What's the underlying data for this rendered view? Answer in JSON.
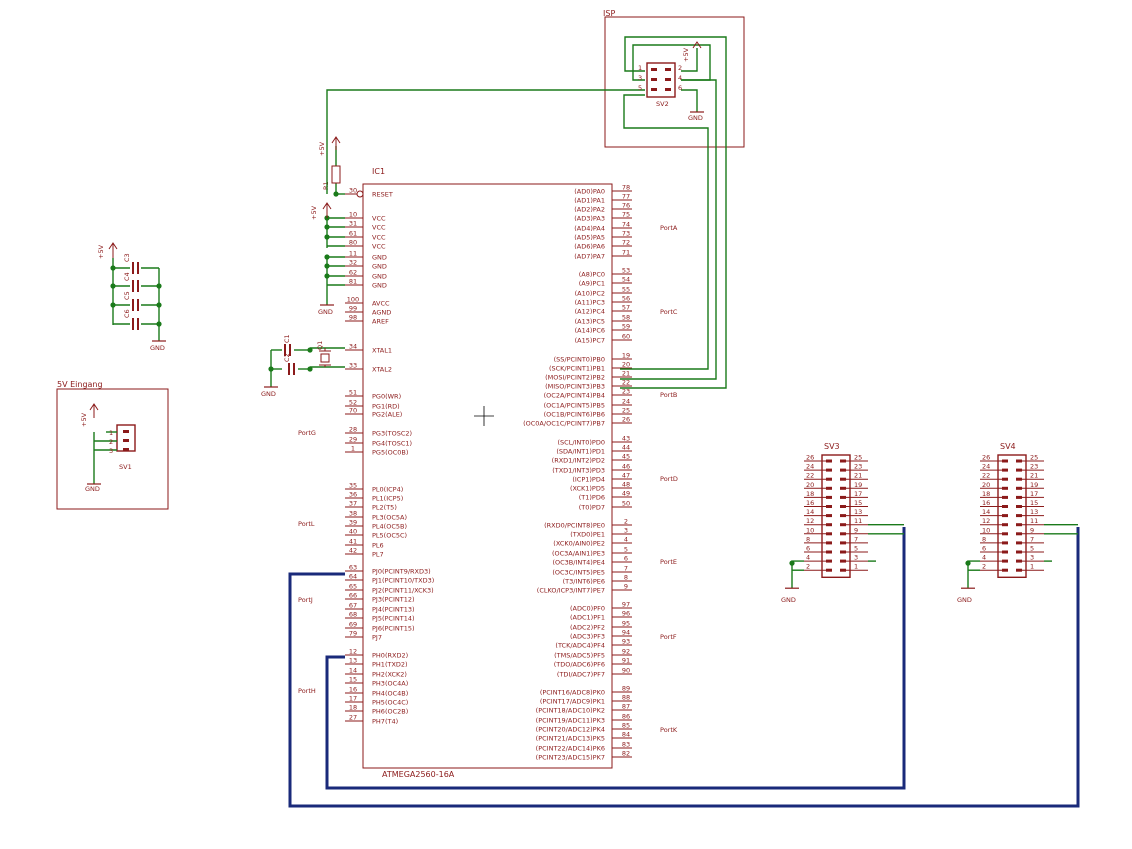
{
  "colors": {
    "part": "#8b1a1a",
    "wire": "#1a7a1a",
    "bus": "#1a2a7a",
    "junction": "#1a7a1a"
  },
  "ic": {
    "name": "IC1",
    "value": "ATMEGA2560-16A",
    "left_pins": [
      {
        "num": "30",
        "name": "RESET"
      },
      {
        "num": "10",
        "name": "VCC"
      },
      {
        "num": "31",
        "name": "VCC"
      },
      {
        "num": "61",
        "name": "VCC"
      },
      {
        "num": "80",
        "name": "VCC"
      },
      {
        "num": "11",
        "name": "GND"
      },
      {
        "num": "32",
        "name": "GND"
      },
      {
        "num": "62",
        "name": "GND"
      },
      {
        "num": "81",
        "name": "GND"
      },
      {
        "num": "100",
        "name": "AVCC"
      },
      {
        "num": "99",
        "name": "AGND"
      },
      {
        "num": "98",
        "name": "AREF"
      },
      {
        "num": "34",
        "name": "XTAL1"
      },
      {
        "num": "33",
        "name": "XTAL2"
      },
      {
        "num": "51",
        "name": "PG0(WR)"
      },
      {
        "num": "52",
        "name": "PG1(RD)"
      },
      {
        "num": "70",
        "name": "PG2(ALE)"
      },
      {
        "num": "28",
        "name": "PG3(TOSC2)"
      },
      {
        "num": "29",
        "name": "PG4(TOSC1)"
      },
      {
        "num": "1",
        "name": "PG5(OC0B)"
      },
      {
        "num": "35",
        "name": "PL0(ICP4)"
      },
      {
        "num": "36",
        "name": "PL1(ICP5)"
      },
      {
        "num": "37",
        "name": "PL2(T5)"
      },
      {
        "num": "38",
        "name": "PL3(OC5A)"
      },
      {
        "num": "39",
        "name": "PL4(OC5B)"
      },
      {
        "num": "40",
        "name": "PL5(OC5C)"
      },
      {
        "num": "41",
        "name": "PL6"
      },
      {
        "num": "42",
        "name": "PL7"
      },
      {
        "num": "63",
        "name": "PJ0(PCINT9/RXD3)"
      },
      {
        "num": "64",
        "name": "PJ1(PCINT10/TXD3)"
      },
      {
        "num": "65",
        "name": "PJ2(PCINT11/XCK3)"
      },
      {
        "num": "66",
        "name": "PJ3(PCINT12)"
      },
      {
        "num": "67",
        "name": "PJ4(PCINT13)"
      },
      {
        "num": "68",
        "name": "PJ5(PCINT14)"
      },
      {
        "num": "69",
        "name": "PJ6(PCINT15)"
      },
      {
        "num": "79",
        "name": "PJ7"
      },
      {
        "num": "12",
        "name": "PH0(RXD2)"
      },
      {
        "num": "13",
        "name": "PH1(TXD2)"
      },
      {
        "num": "14",
        "name": "PH2(XCK2)"
      },
      {
        "num": "15",
        "name": "PH3(OC4A)"
      },
      {
        "num": "16",
        "name": "PH4(OC4B)"
      },
      {
        "num": "17",
        "name": "PH5(OC4C)"
      },
      {
        "num": "18",
        "name": "PH6(OC2B)"
      },
      {
        "num": "27",
        "name": "PH7(T4)"
      }
    ],
    "right_pins": [
      {
        "num": "78",
        "name": "(AD0)PA0"
      },
      {
        "num": "77",
        "name": "(AD1)PA1"
      },
      {
        "num": "76",
        "name": "(AD2)PA2"
      },
      {
        "num": "75",
        "name": "(AD3)PA3"
      },
      {
        "num": "74",
        "name": "(AD4)PA4"
      },
      {
        "num": "73",
        "name": "(AD5)PA5"
      },
      {
        "num": "72",
        "name": "(AD6)PA6"
      },
      {
        "num": "71",
        "name": "(AD7)PA7"
      },
      {
        "num": "53",
        "name": "(A8)PC0"
      },
      {
        "num": "54",
        "name": "(A9)PC1"
      },
      {
        "num": "55",
        "name": "(A10)PC2"
      },
      {
        "num": "56",
        "name": "(A11)PC3"
      },
      {
        "num": "57",
        "name": "(A12)PC4"
      },
      {
        "num": "58",
        "name": "(A13)PC5"
      },
      {
        "num": "59",
        "name": "(A14)PC6"
      },
      {
        "num": "60",
        "name": "(A15)PC7"
      },
      {
        "num": "19",
        "name": "(SS/PCINT0)PB0"
      },
      {
        "num": "20",
        "name": "(SCK/PCINT1)PB1"
      },
      {
        "num": "21",
        "name": "(MOSI/PCINT2)PB2"
      },
      {
        "num": "22",
        "name": "(MISO/PCINT3)PB3"
      },
      {
        "num": "23",
        "name": "(OC2A/PCINT4)PB4"
      },
      {
        "num": "24",
        "name": "(OC1A/PCINT5)PB5"
      },
      {
        "num": "25",
        "name": "(OC1B/PCINT6)PB6"
      },
      {
        "num": "26",
        "name": "(OC0A/OC1C/PCINT7)PB7"
      },
      {
        "num": "43",
        "name": "(SCL/INT0)PD0"
      },
      {
        "num": "44",
        "name": "(SDA/INT1)PD1"
      },
      {
        "num": "45",
        "name": "(RXD1/INT2)PD2"
      },
      {
        "num": "46",
        "name": "(TXD1/INT3)PD3"
      },
      {
        "num": "47",
        "name": "(ICP1)PD4"
      },
      {
        "num": "48",
        "name": "(XCK1)PD5"
      },
      {
        "num": "49",
        "name": "(T1)PD6"
      },
      {
        "num": "50",
        "name": "(T0)PD7"
      },
      {
        "num": "2",
        "name": "(RXD0/PCINT8)PE0"
      },
      {
        "num": "3",
        "name": "(TXD0)PE1"
      },
      {
        "num": "4",
        "name": "(XCK0/AIN0)PE2"
      },
      {
        "num": "5",
        "name": "(OC3A/AIN1)PE3"
      },
      {
        "num": "6",
        "name": "(OC3B/INT4)PE4"
      },
      {
        "num": "7",
        "name": "(OC3C/INT5)PE5"
      },
      {
        "num": "8",
        "name": "(T3/INT6)PE6"
      },
      {
        "num": "9",
        "name": "(CLKO/ICP3/INT7)PE7"
      },
      {
        "num": "97",
        "name": "(ADC0)PF0"
      },
      {
        "num": "96",
        "name": "(ADC1)PF1"
      },
      {
        "num": "95",
        "name": "(ADC2)PF2"
      },
      {
        "num": "94",
        "name": "(ADC3)PF3"
      },
      {
        "num": "93",
        "name": "(TCK/ADC4)PF4"
      },
      {
        "num": "92",
        "name": "(TMS/ADC5)PF5"
      },
      {
        "num": "91",
        "name": "(TDO/ADC6)PF6"
      },
      {
        "num": "90",
        "name": "(TDI/ADC7)PF7"
      },
      {
        "num": "89",
        "name": "(PCINT16/ADC8)PK0"
      },
      {
        "num": "88",
        "name": "(PCINT17/ADC9)PK1"
      },
      {
        "num": "87",
        "name": "(PCINT18/ADC10)PK2"
      },
      {
        "num": "86",
        "name": "(PCINT19/ADC11)PK3"
      },
      {
        "num": "85",
        "name": "(PCINT20/ADC12)PK4"
      },
      {
        "num": "84",
        "name": "(PCINT21/ADC13)PK5"
      },
      {
        "num": "83",
        "name": "(PCINT22/ADC14)PK6"
      },
      {
        "num": "82",
        "name": "(PCINT23/ADC15)PK7"
      }
    ],
    "port_labels_left": [
      "PortG",
      "PortL",
      "PortJ",
      "PortH"
    ],
    "port_labels_right": [
      "PortA",
      "PortC",
      "PortB",
      "PortD",
      "PortE",
      "PortF",
      "PortK"
    ]
  },
  "isp": {
    "frame_title": "ISP",
    "part": "SV2",
    "pin_numbers_left": [
      "1",
      "3",
      "5"
    ],
    "pin_numbers_right": [
      "2",
      "4",
      "6"
    ],
    "vcc_label": "+5V",
    "gnd_label": "GND"
  },
  "psu": {
    "frame_title": "5V Eingang",
    "part": "SV1",
    "pins": [
      "1",
      "2",
      "3"
    ],
    "vcc_label": "+5V",
    "gnd_label": "GND"
  },
  "caps": {
    "names": [
      "C3",
      "C4",
      "C5",
      "C6"
    ],
    "vcc_label": "+5V",
    "gnd_label": "GND"
  },
  "reset": {
    "resistor": "R1",
    "vcc_label": "+5V"
  },
  "supply": {
    "vcc_label": "+5V",
    "gnd_label": "GND"
  },
  "crystal": {
    "caps": [
      "C1",
      "C2"
    ],
    "quartz": "Q1",
    "gnd_label": "GND"
  },
  "sv3": {
    "name": "SV3",
    "left_pins": [
      "26",
      "24",
      "22",
      "20",
      "18",
      "16",
      "14",
      "12",
      "10",
      "8",
      "6",
      "4",
      "2"
    ],
    "right_pins": [
      "25",
      "23",
      "21",
      "19",
      "17",
      "15",
      "13",
      "11",
      "9",
      "7",
      "5",
      "3",
      "1"
    ],
    "gnd_label": "GND"
  },
  "sv4": {
    "name": "SV4",
    "left_pins": [
      "26",
      "24",
      "22",
      "20",
      "18",
      "16",
      "14",
      "12",
      "10",
      "8",
      "6",
      "4",
      "2"
    ],
    "right_pins": [
      "25",
      "23",
      "21",
      "19",
      "17",
      "15",
      "13",
      "11",
      "9",
      "7",
      "5",
      "3",
      "1"
    ],
    "gnd_label": "GND"
  }
}
